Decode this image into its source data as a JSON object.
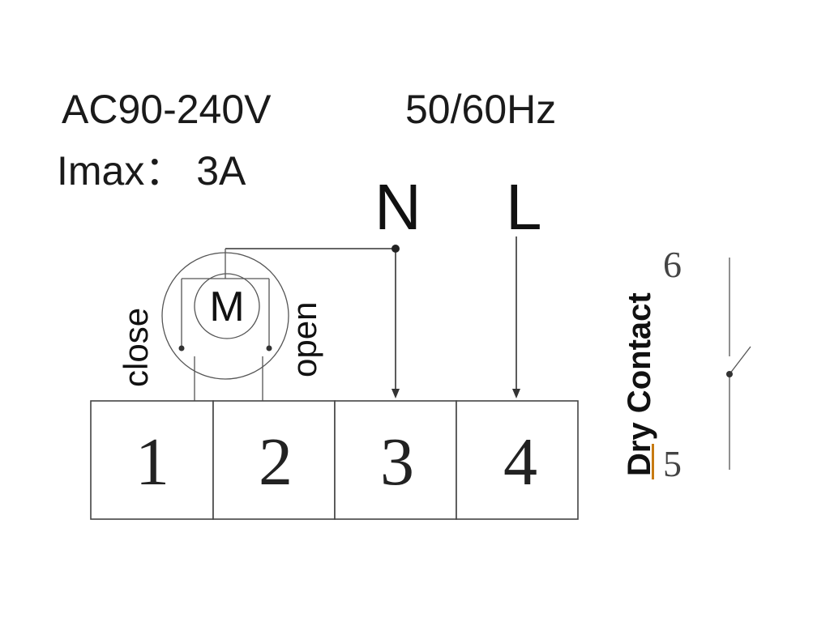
{
  "specs": {
    "voltage": "AC90-240V",
    "frequency": "50/60Hz",
    "current": "Imax： 3A"
  },
  "wires": {
    "neutral": "N",
    "live": "L"
  },
  "motor": {
    "label": "M",
    "close_label": "close",
    "open_label": "open"
  },
  "terminals": [
    "1",
    "2",
    "3",
    "4"
  ],
  "dry_contact": {
    "label": "Dry Contact",
    "top_number": "6",
    "bottom_number": "5"
  },
  "colors": {
    "line": "#333333",
    "text": "#111111",
    "accent": "#c77a12"
  }
}
